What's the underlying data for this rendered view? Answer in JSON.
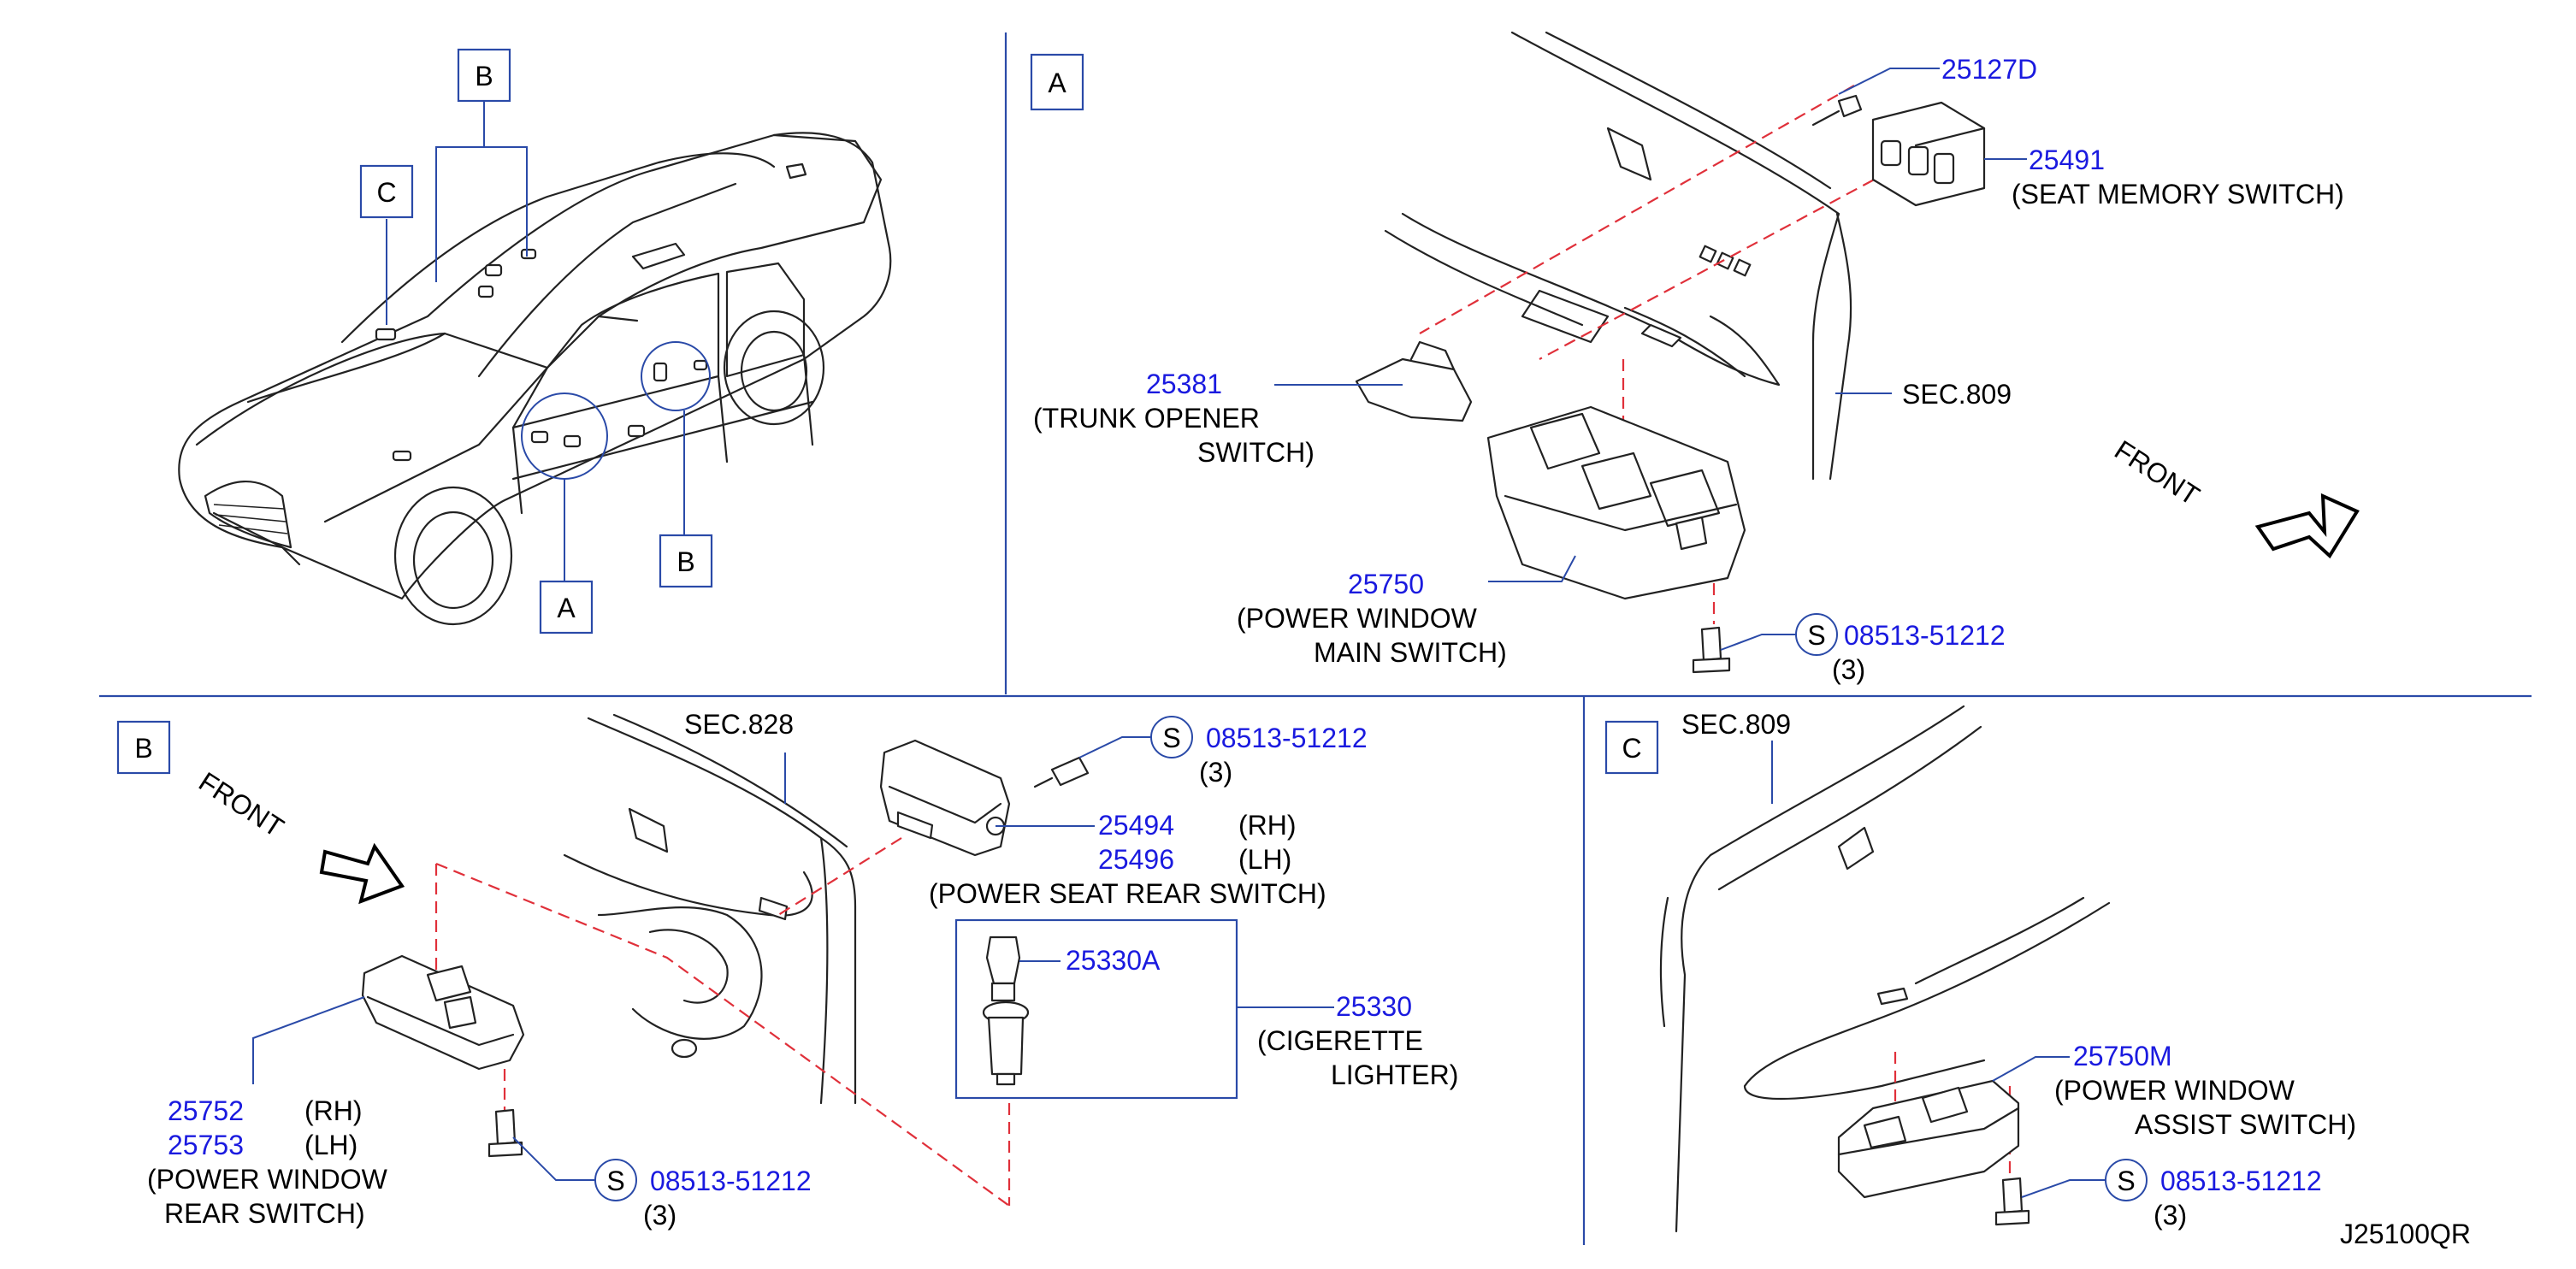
{
  "panel_labels": {
    "A": "A",
    "B": "B",
    "C": "C"
  },
  "car_callouts": {
    "B_top": "B",
    "C": "C",
    "A": "A",
    "B_bottom": "B"
  },
  "panel_a": {
    "p25127d": "25127D",
    "p25491": "25491",
    "seat_memory": "(SEAT   MEMORY   SWITCH)",
    "p25381": "25381",
    "trunk_1": "(TRUNK   OPENER",
    "trunk_2": "SWITCH)",
    "sec809": "SEC.809",
    "front": "FRONT",
    "p25750": "25750",
    "pw_main_1": "(POWER   WINDOW",
    "pw_main_2": "MAIN   SWITCH)",
    "s_mark": "S",
    "screw": "08513-51212",
    "qty": "(3)"
  },
  "panel_b": {
    "front": "FRONT",
    "sec828": "SEC.828",
    "s_mark_top": "S",
    "screw_top": "08513-51212",
    "qty_top": "(3)",
    "p25494": "25494",
    "rh_1": "(RH)",
    "p25496": "25496",
    "lh_1": "(LH)",
    "seat_rear": "(POWER   SEAT   REAR   SWITCH)",
    "p25330a": "25330A",
    "p25330": "25330",
    "cig_1": "(CIGERETTE",
    "cig_2": "LIGHTER)",
    "p25752": "25752",
    "rh_2": "(RH)",
    "p25753": "25753",
    "lh_2": "(LH)",
    "pw_rear_1": "(POWER   WINDOW",
    "pw_rear_2": "REAR   SWITCH)",
    "s_mark_bot": "S",
    "screw_bot": "08513-51212",
    "qty_bot": "(3)"
  },
  "panel_c": {
    "sec809": "SEC.809",
    "p25750m": "25750M",
    "pw_assist_1": "(POWER   WINDOW",
    "pw_assist_2": "ASSIST   SWITCH)",
    "s_mark": "S",
    "screw": "08513-51212",
    "qty": "(3)"
  },
  "diagram_code": "J25100QR",
  "colors": {
    "part_number": "#1a1adf",
    "leader": "#2a4aa8",
    "dashed": "#e0303a",
    "ink": "#222222"
  }
}
